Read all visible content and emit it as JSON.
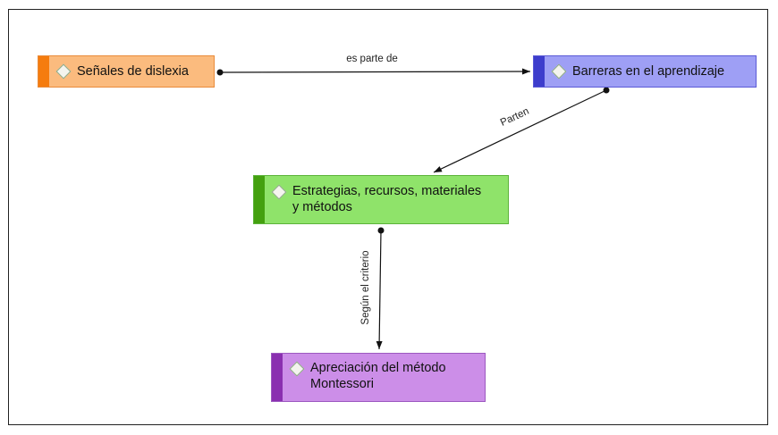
{
  "nodes": {
    "senales": {
      "label": "Señales de dislexia"
    },
    "barreras": {
      "label": "Barreras en el aprendizaje"
    },
    "estrategias": {
      "line1": "Estrategias, recursos, materiales",
      "line2": "y métodos"
    },
    "montessori": {
      "line1": "Apreciación del método",
      "line2": "Montessori"
    }
  },
  "edges": {
    "es_parte_de": "es parte de",
    "parten": "Parten",
    "segun_criterio": "Según el criterio"
  },
  "colors": {
    "orange_fill": "#fbbb7e",
    "orange_bar": "#f57c0e",
    "blue_fill": "#9e9ff5",
    "blue_bar": "#3d3dcc",
    "green_fill": "#8fe36a",
    "green_bar": "#44a00f",
    "purple_fill": "#cc8ee8",
    "purple_bar": "#8a2fb0"
  }
}
